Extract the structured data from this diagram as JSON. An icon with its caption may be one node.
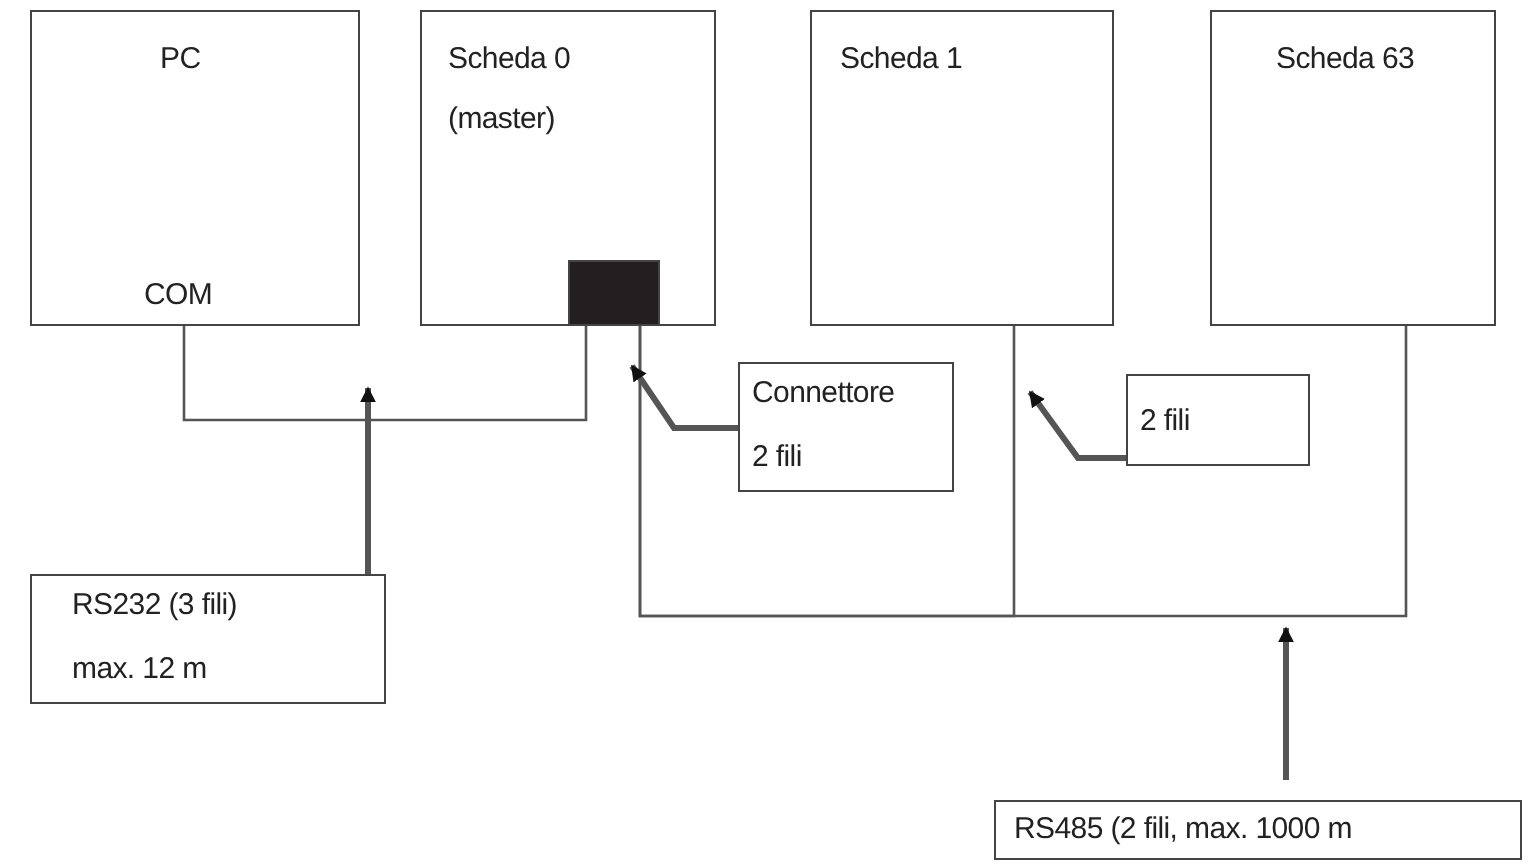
{
  "diagram": {
    "nodes": [
      {
        "text": [
          "PC",
          "COM"
        ]
      },
      {
        "text": [
          "Scheda 0",
          "(master)"
        ]
      },
      {
        "text": [
          "Scheda 1"
        ]
      },
      {
        "text": [
          "Scheda  63"
        ]
      },
      {
        "text": [],
        "shape": "box",
        "in": 1
      },
      {
        "text": [
          "Connettore",
          "2 fili"
        ]
      },
      {
        "text": [
          "2 fili"
        ]
      },
      {
        "text": [
          "RS232 (3 fili)",
          "max.  12 m"
        ]
      },
      {
        "text": [
          "RS485 (2 fili, max. 1000 m"
        ]
      }
    ],
    "edges": [
      {
        "from": 0,
        "to": 4,
        "arrow": "none"
      },
      {
        "from": 4,
        "to": 2,
        "arrow": "none"
      },
      {
        "from": 4,
        "to": 3,
        "arrow": "none"
      },
      {
        "from": 5,
        "to": 4,
        "arrow": "to"
      },
      {
        "from": 6,
        "to": null,
        "arrow": "to"
      },
      {
        "from": 7,
        "to": null,
        "arrow": "to"
      },
      {
        "from": 8,
        "to": null,
        "arrow": "to"
      }
    ]
  }
}
